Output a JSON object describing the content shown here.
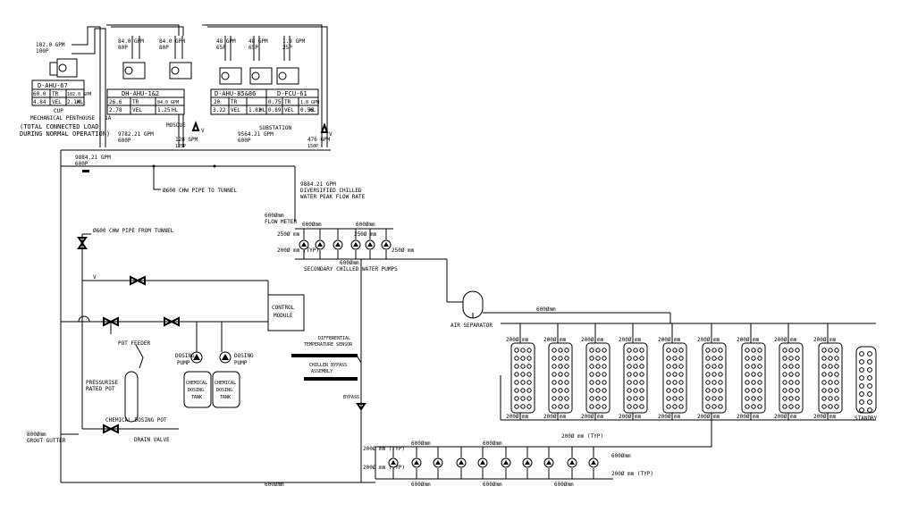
{
  "units": {
    "u1": {
      "flow": "102.0 GPM",
      "pipe": "100P",
      "name": "D-AHU-67",
      "tr": "60.0",
      "tr_unit": "TR",
      "gpm": "102.0 GPM",
      "vel": "4.84",
      "vel_unit": "VEL",
      "hl": "2.14",
      "hl_unit": "HL"
    },
    "u2": {
      "flow_a": "84.0 GPM",
      "flow_b": "84.0 GPM",
      "pipe_a": "80P",
      "pipe_b": "80P",
      "name": "DH-AHU-1&2",
      "tr": "26.6",
      "tr_unit": "TR",
      "gpm": "84.0 GPM",
      "vel": "2.78",
      "vel_unit": "VEL",
      "hl": "1.25",
      "hl_unit": "HL"
    },
    "u3": {
      "flow_a": "48 GPM",
      "flow_b": "48 GPM",
      "pipe_a": "65P",
      "pipe_b": "65P",
      "name": "D-AHU-85&86",
      "tr": "20",
      "tr_unit": "TR",
      "gpm": "",
      "vel": "3.22",
      "vel_unit": "VEL",
      "hl": "1.83",
      "hl_unit": "HL"
    },
    "u4": {
      "flow": "1.8 GPM",
      "pipe": "25P",
      "name": "D-FCU-61",
      "tr": "0.75",
      "tr_unit": "TR",
      "gpm": "1.8 GPM",
      "vel": "0.89",
      "vel_unit": "VEL",
      "hl": "0.56",
      "hl_unit": "HL"
    }
  },
  "labels": {
    "cup": "CUP",
    "penthouse": "MECHANICAL PENTHOUSE - 1A",
    "note_1": "(TOTAL CONNECTED LOAD",
    "note_2": "DURING NORMAL OPERATION)",
    "mosque": "MOSQUE",
    "substation": "SUBSTATION",
    "f_main_1": "9782.21 GPM",
    "p_main_1": "600P",
    "f_128": "128 GPM",
    "p_128": "125P",
    "f_sub": "9564.21 GPM",
    "p_sub": "600P",
    "f_476": "476 GPM",
    "p_476": "150P",
    "f_header": "9884.21 GPM",
    "p_header": "600P",
    "pipe_to_tunnel": "Ø600 CHW PIPE TO TUNNEL",
    "div_flow": "9884.21 GPM",
    "div_1": "DIVERSIFIED CHILLED",
    "div_2": "WATER PEAK FLOW RATE",
    "flow_meter_1": "600Ømm",
    "flow_meter_2": "FLOW METER",
    "pipe_from_tunnel": "Ø600 CHW PIPE FROM TUNNEL",
    "d600": "600Ømm",
    "d200_typ": "200Ø mm (TYP)",
    "d250": "250Ø mm",
    "pumps_label": "SECONDARY CHILLED WATER PUMPS",
    "control_1": "CONTROL",
    "control_2": "MODULE",
    "pot_feeder": "POT FEEDER",
    "pressurized_1": "PRESSURISE",
    "pressurized_2": "RATED POT",
    "chem_pot": "CHEMICAL DOSING POT",
    "drain": "DRAIN VALVE",
    "gully_1": "800Ømm",
    "gully_2": "GROUT GUTTER",
    "dosing_pump_1a": "DOSING",
    "dosing_pump_1b": "PUMP",
    "dosing_pump_2a": "DOSING",
    "dosing_pump_2b": "PUMP",
    "tank_1a": "CHEMICAL",
    "tank_1b": "DOSING",
    "tank_1c": "TANK",
    "tank_2a": "CHEMICAL",
    "tank_2b": "DOSING",
    "tank_2c": "TANK",
    "temp_sensor_1": "DIFFERENTIAL",
    "temp_sensor_2": "TEMPERATURE SENSOR",
    "chiller_1": "CHILLER BYPASS",
    "chiller_2": "ASSEMBLY",
    "bypass": "BYPASS",
    "air_separator": "AIR SEPARATOR",
    "chiller_d": "200Ø mm",
    "standby": "STANDBY",
    "collect_1": "600Ømm",
    "pump_foot_left": "600Ømm",
    "pump_foot_mid": "600Ømm",
    "pump_foot_right": "600Ømm",
    "pump_typ": "200Ø mm (TYP)",
    "pump_typ_2": "200Ø mm (TYP)",
    "bottom_pipe": "600Ømm",
    "v_label": "V"
  }
}
